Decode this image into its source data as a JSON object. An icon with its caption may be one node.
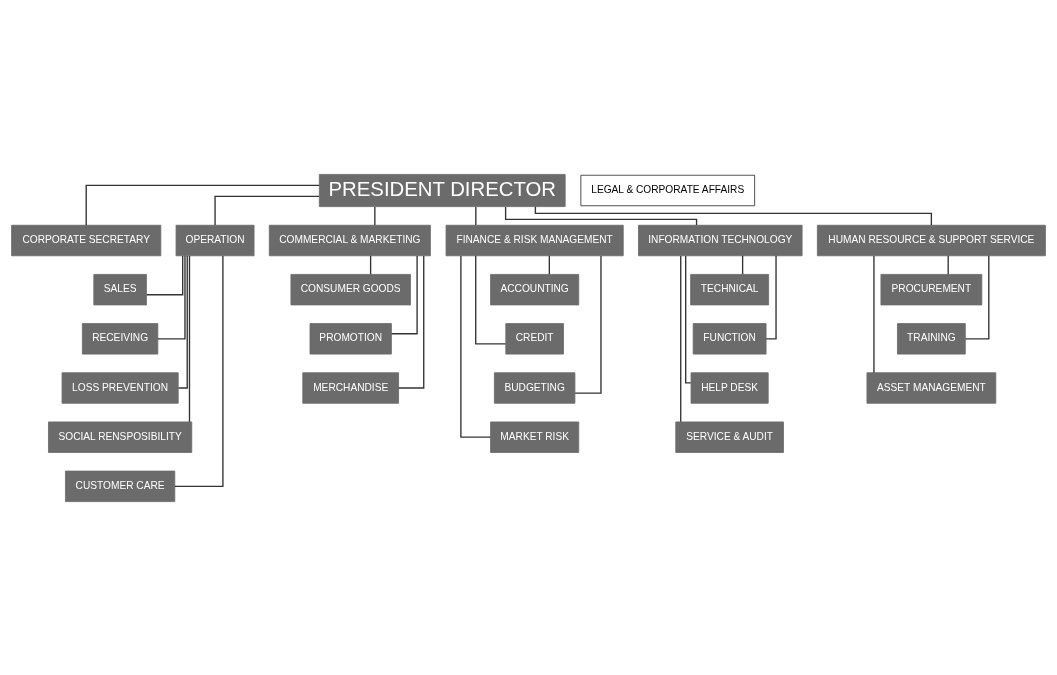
{
  "diagram": {
    "nodes": [
      {
        "text": [
          "PRESIDENT DIRECTOR"
        ]
      },
      {
        "text": [
          "CORPORATE SECRETARY"
        ]
      },
      {
        "text": [
          "LEGAL & CORPORATE AFFAIRS"
        ]
      },
      {
        "text": [
          "OPERATION"
        ]
      },
      {
        "text": [
          "COMMERCIAL & MARKETING"
        ]
      },
      {
        "text": [
          "FINANCE & RISK MANAGEMENT"
        ]
      },
      {
        "text": [
          "INFORMATION TECHNOLOGY"
        ]
      },
      {
        "text": [
          "HUMAN RESOURCE & SUPPORT SERVICE"
        ]
      },
      {
        "text": [
          "SALES"
        ]
      },
      {
        "text": [
          "RECEIVING"
        ]
      },
      {
        "text": [
          "LOSS PREVENTION"
        ]
      },
      {
        "text": [
          "SOCIAL RENSPOSIBILITY"
        ]
      },
      {
        "text": [
          "CUSTOMER CARE"
        ]
      },
      {
        "text": [
          "CONSUMER GOODS"
        ]
      },
      {
        "text": [
          "PROMOTION"
        ]
      },
      {
        "text": [
          "MERCHANDISE"
        ]
      },
      {
        "text": [
          "ACCOUNTING"
        ]
      },
      {
        "text": [
          "CREDIT"
        ]
      },
      {
        "text": [
          "BUDGETING"
        ]
      },
      {
        "text": [
          "MARKET RISK"
        ]
      },
      {
        "text": [
          "TECHNICAL"
        ]
      },
      {
        "text": [
          "FUNCTION"
        ]
      },
      {
        "text": [
          "HELP DESK"
        ]
      },
      {
        "text": [
          "SERVICE & AUDIT"
        ]
      },
      {
        "text": [
          "PROCUREMENT"
        ]
      },
      {
        "text": [
          "TRAINING"
        ]
      },
      {
        "text": [
          "ASSET MANAGEMENT"
        ]
      }
    ],
    "edges": [
      {
        "from": 0,
        "to": 1,
        "arrow": "none"
      },
      {
        "from": 0,
        "to": 3,
        "arrow": "none"
      },
      {
        "from": 0,
        "to": 4,
        "arrow": "none"
      },
      {
        "from": 0,
        "to": 5,
        "arrow": "none"
      },
      {
        "from": 0,
        "to": 6,
        "arrow": "none"
      },
      {
        "from": 0,
        "to": 7,
        "arrow": "none"
      },
      {
        "from": 3,
        "to": 8,
        "arrow": "none"
      },
      {
        "from": 3,
        "to": 9,
        "arrow": "none"
      },
      {
        "from": 3,
        "to": 10,
        "arrow": "none"
      },
      {
        "from": 3,
        "to": 11,
        "arrow": "none"
      },
      {
        "from": 3,
        "to": 12,
        "arrow": "none"
      },
      {
        "from": 4,
        "to": 13,
        "arrow": "none"
      },
      {
        "from": 4,
        "to": 14,
        "arrow": "none"
      },
      {
        "from": 4,
        "to": 15,
        "arrow": "none"
      },
      {
        "from": 5,
        "to": 16,
        "arrow": "none"
      },
      {
        "from": 5,
        "to": 17,
        "arrow": "none"
      },
      {
        "from": 5,
        "to": 18,
        "arrow": "none"
      },
      {
        "from": 5,
        "to": 19,
        "arrow": "none"
      },
      {
        "from": 6,
        "to": 20,
        "arrow": "none"
      },
      {
        "from": 6,
        "to": 21,
        "arrow": "none"
      },
      {
        "from": 6,
        "to": 22,
        "arrow": "none"
      },
      {
        "from": 6,
        "to": 23,
        "arrow": "none"
      },
      {
        "from": 7,
        "to": 24,
        "arrow": "none"
      },
      {
        "from": 7,
        "to": 25,
        "arrow": "none"
      },
      {
        "from": 7,
        "to": 26,
        "arrow": "none"
      }
    ]
  }
}
